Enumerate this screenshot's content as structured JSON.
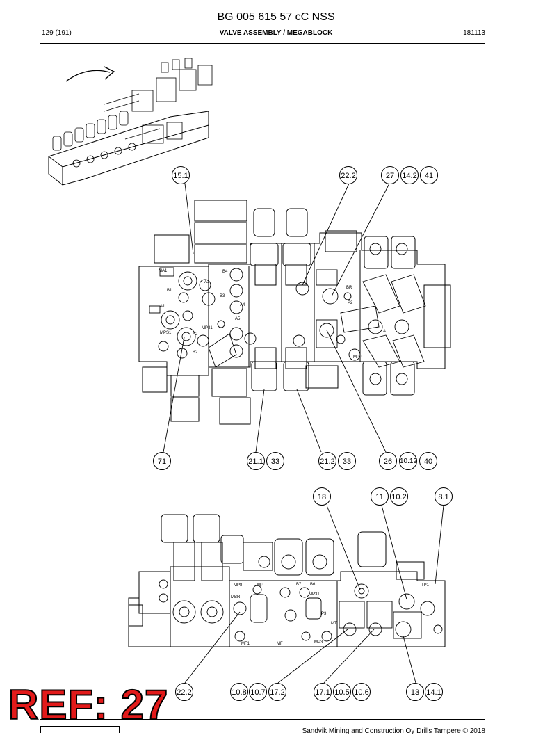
{
  "header": {
    "document_number": "BG 005 615 57 cC NSS",
    "page": "129 (191)",
    "section_title": "VALVE ASSEMBLY / MEGABLOCK",
    "date_code": "181113"
  },
  "callouts_upper": [
    "15.1",
    "22.2",
    "27",
    "14.2",
    "41",
    "71",
    "21.1",
    "33",
    "21.2",
    "33",
    "26",
    "10.12",
    "40"
  ],
  "callouts_lower": [
    "18",
    "11",
    "10.2",
    "8.1",
    "22.2",
    "10.8",
    "10.7",
    "17.2",
    "17.1",
    "10.5",
    "10.6",
    "13",
    "14.1"
  ],
  "port_labels_upper": [
    "MA1",
    "B1",
    "A3",
    "B4",
    "A1",
    "B3",
    "A4",
    "A5",
    "MP21",
    "MPS1",
    "A2",
    "B2",
    "BR",
    "P2",
    "A",
    "MPP"
  ],
  "port_labels_lower": [
    "MP8",
    "MP",
    "MBR",
    "B7",
    "B6",
    "MP31",
    "P3",
    "MT",
    "MP3",
    "MF1",
    "MF",
    "TP1"
  ],
  "ref_stamp": "REF: 27",
  "footer": "Sandvik Mining and Construction Oy Drills Tampere © 2018"
}
